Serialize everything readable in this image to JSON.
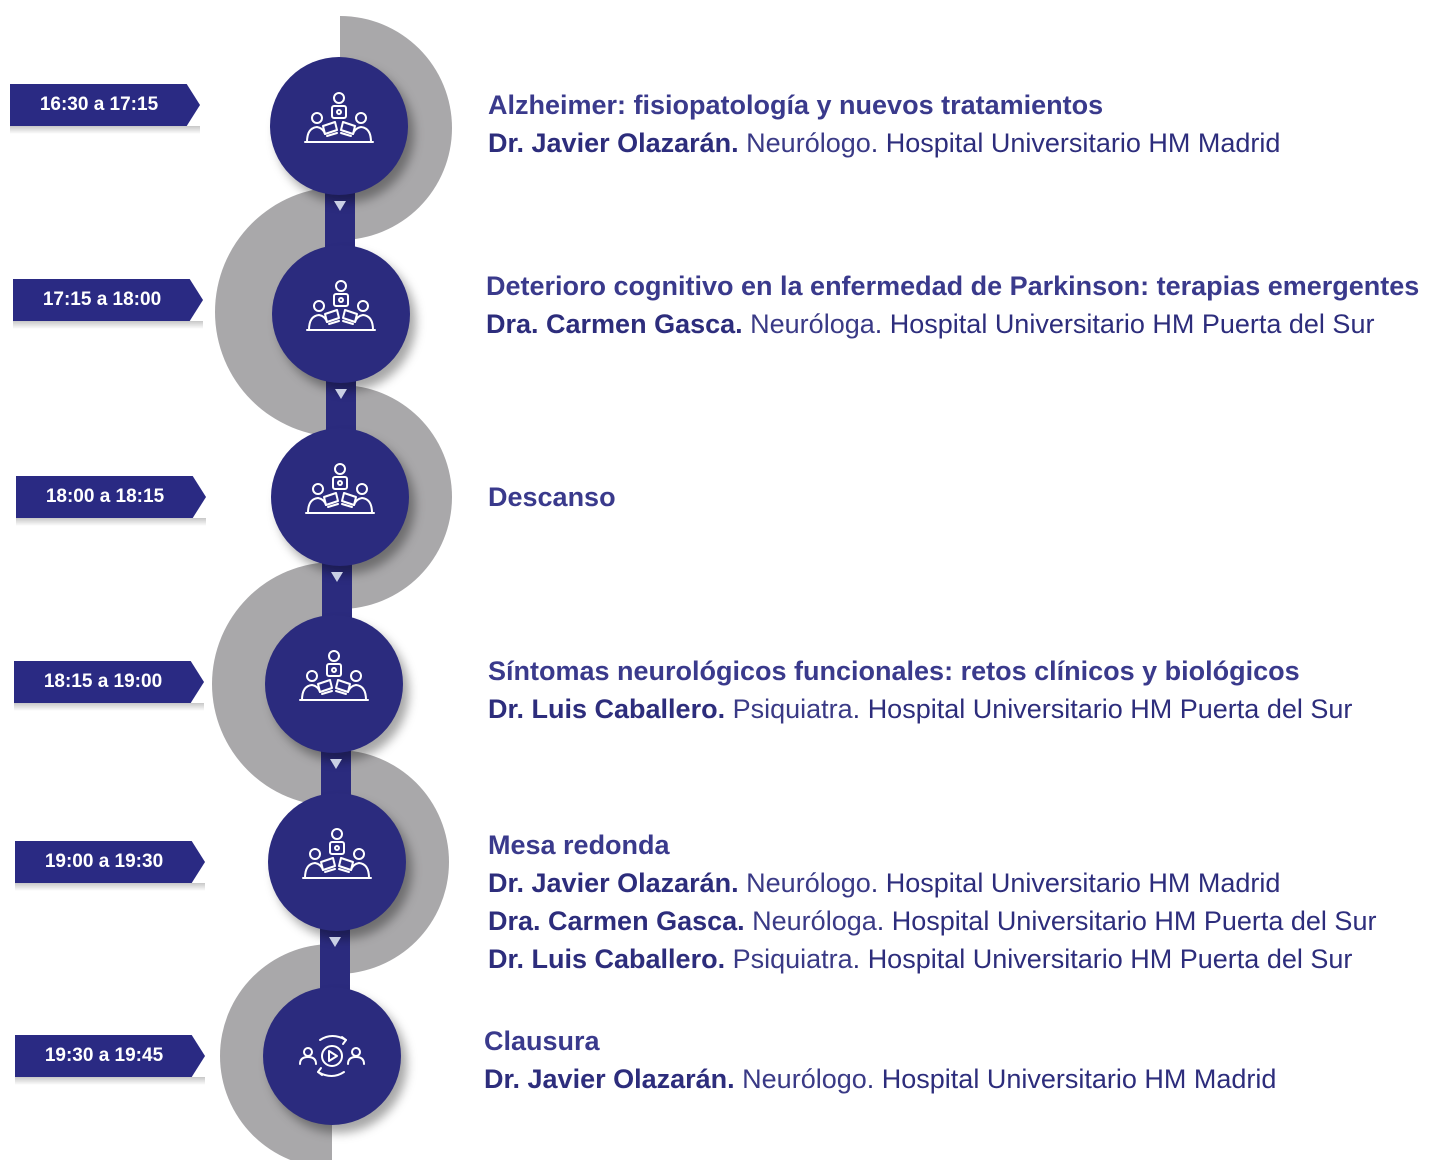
{
  "sessions": [
    {
      "time": "16:30 a 17:15",
      "icon": "meeting-icon",
      "title": "Alzheimer: fisiopatología y nuevos tratamientos",
      "speakers": [
        {
          "name": "Dr. Javier Olazarán.",
          "role": "Neurólogo",
          "place": "Hospital Universitario HM Madrid"
        }
      ]
    },
    {
      "time": "17:15 a 18:00",
      "icon": "meeting-icon",
      "title": "Deterioro cognitivo en la enfermedad de Parkinson: terapias emergentes",
      "speakers": [
        {
          "name": "Dra. Carmen Gasca.",
          "role": "Neuróloga",
          "place": "Hospital Universitario HM Puerta del Sur"
        }
      ]
    },
    {
      "time": "18:00 a 18:15",
      "icon": "meeting-icon",
      "title": "Descanso",
      "speakers": []
    },
    {
      "time": "18:15 a 19:00",
      "icon": "meeting-icon",
      "title": "Síntomas neurológicos funcionales: retos clínicos y biológicos",
      "speakers": [
        {
          "name": "Dr. Luis Caballero.",
          "role": "Psiquiatra",
          "place": "Hospital Universitario HM Puerta del Sur"
        }
      ]
    },
    {
      "time": "19:00 a 19:30",
      "icon": "meeting-icon",
      "title": "Mesa redonda",
      "speakers": [
        {
          "name": "Dr. Javier Olazarán.",
          "role": "Neurólogo",
          "place": "Hospital Universitario HM Madrid"
        },
        {
          "name": "Dra. Carmen Gasca.",
          "role": "Neuróloga",
          "place": "Hospital Universitario HM Puerta del Sur"
        },
        {
          "name": "Dr. Luis Caballero.",
          "role": "Psiquiatra",
          "place": "Hospital Universitario HM Puerta del Sur"
        }
      ]
    },
    {
      "time": "19:30 a 19:45",
      "icon": "video-conference-icon",
      "title": "Clausura",
      "speakers": [
        {
          "name": "Dr. Javier Olazarán.",
          "role": "Neurólogo",
          "place": "Hospital Universitario HM Madrid"
        }
      ]
    }
  ],
  "colors": {
    "navy": "#2b2b7e",
    "text": "#2d2d7c",
    "arc": "#a9a8aa"
  }
}
